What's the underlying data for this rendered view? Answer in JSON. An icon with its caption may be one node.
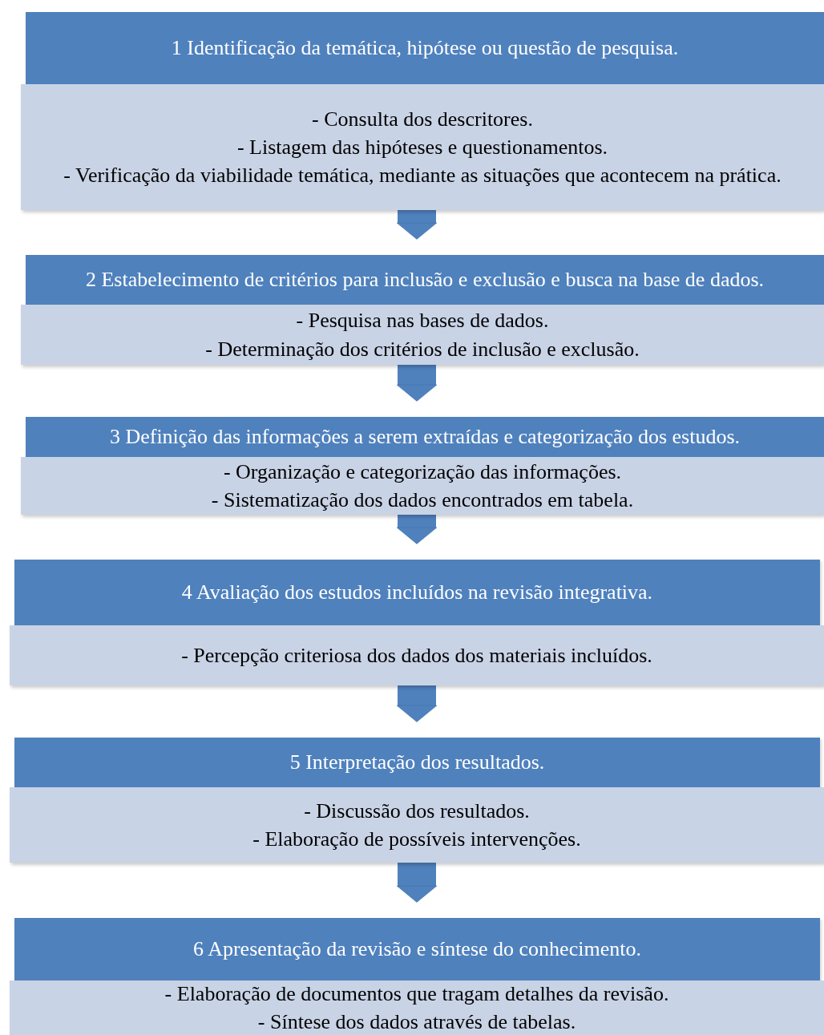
{
  "diagram": {
    "nodes": [
      {
        "text": [
          "1 Identificação da temática, hipótese ou questão de pesquisa."
        ]
      },
      {
        "text": [
          "-  Consulta dos descritores.",
          "- Listagem das hipóteses e questionamentos.",
          "- Verificação da viabilidade temática, mediante as situações que acontecem na prática."
        ]
      },
      {
        "text": [
          "2 Estabelecimento de critérios para inclusão e exclusão e busca na base de dados."
        ]
      },
      {
        "text": [
          "- Pesquisa nas bases de dados.",
          "- Determinação dos critérios de inclusão e exclusão."
        ]
      },
      {
        "text": [
          "3 Definição das informações a serem extraídas e categorização dos estudos."
        ]
      },
      {
        "text": [
          "- Organização e categorização das informações.",
          "- Sistematização dos dados encontrados em tabela."
        ]
      },
      {
        "text": [
          "4 Avaliação dos estudos incluídos na revisão integrativa."
        ]
      },
      {
        "text": [
          "- Percepção criteriosa dos dados dos materiais incluídos."
        ]
      },
      {
        "text": [
          "5 Interpretação dos resultados."
        ]
      },
      {
        "text": [
          "- Discussão dos resultados.",
          "- Elaboração de possíveis intervenções."
        ]
      },
      {
        "text": [
          "6 Apresentação da revisão e síntese do conhecimento."
        ]
      },
      {
        "text": [
          "- Elaboração de documentos que tragam detalhes da revisão.",
          "- Síntese dos dados através de tabelas."
        ]
      }
    ],
    "edges": [
      {
        "from": 1,
        "to": 2,
        "arrow": "to"
      },
      {
        "from": 3,
        "to": 4,
        "arrow": "to"
      },
      {
        "from": 5,
        "to": 6,
        "arrow": "to"
      },
      {
        "from": 7,
        "to": 8,
        "arrow": "to"
      },
      {
        "from": 9,
        "to": 10,
        "arrow": "to"
      }
    ]
  }
}
